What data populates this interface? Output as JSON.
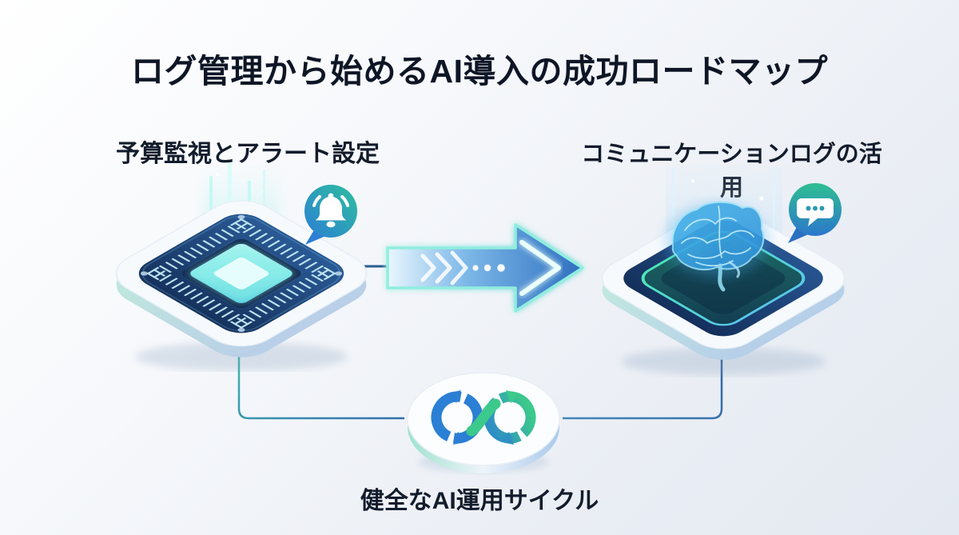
{
  "infographic": {
    "title": "ログ管理から始めるAI導入の成功ロードマップ",
    "steps": {
      "left": {
        "label": "予算監視とアラート設定",
        "illustration": "cpu-chip-platform-illustration",
        "badge_icon": "bell-notification-icon"
      },
      "right": {
        "label": "コミュニケーションログの活用",
        "illustration": "ai-brain-platform-illustration",
        "badge_icon": "chat-bubble-icon"
      },
      "bottom": {
        "label": "健全なAI運用サイクル",
        "illustration": "infinity-cycle-disc-icon"
      }
    },
    "flow": {
      "arrow_icon": "right-arrow-icon",
      "direction": "left-to-right"
    },
    "colors": {
      "background_start": "#ffffff",
      "background_end": "#e4e9f1",
      "text": "#0e1626",
      "navy_platform": "#1c3a66",
      "cyan_glow": "#8ff0ea",
      "teal_accent": "#2fbfa0",
      "blue_accent": "#2b7fd4",
      "green_accent": "#3cc98c",
      "connector_line": "#35679f"
    }
  }
}
